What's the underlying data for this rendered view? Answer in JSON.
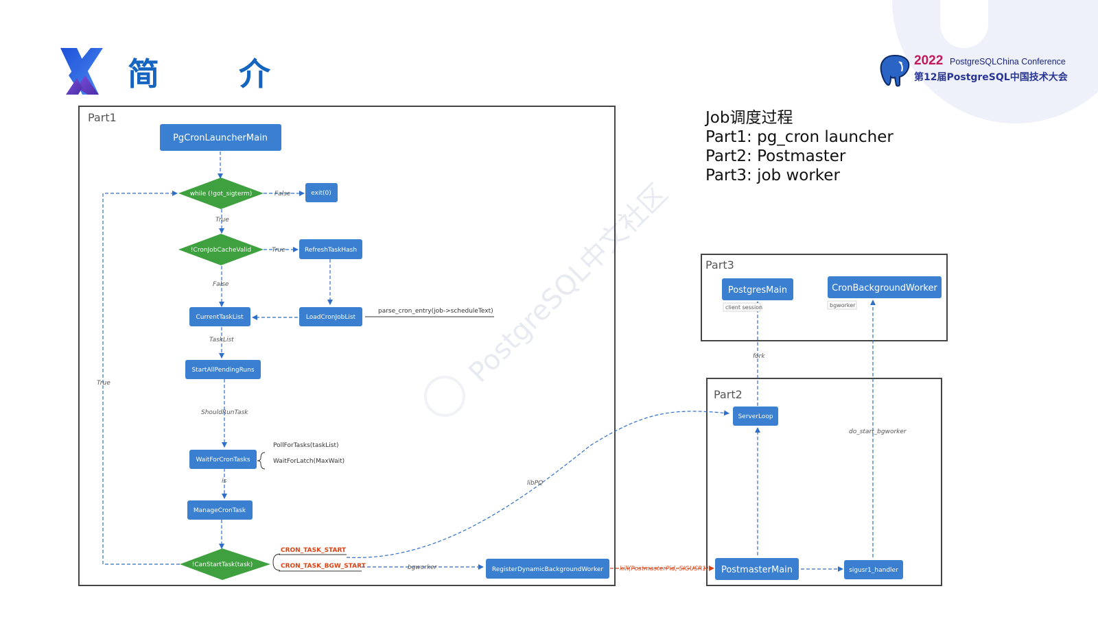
{
  "header": {
    "title_char1": "简",
    "title_char2": "介"
  },
  "conference": {
    "year": "2022",
    "name_en": "PostgreSQLChina Conference",
    "name_cn": "第12届PostgreSQL中国技术大会"
  },
  "description": {
    "lines": [
      "Job调度过程",
      "Part1: pg_cron launcher",
      "Part2: Postmaster",
      "Part3: job worker"
    ]
  },
  "watermark": "PostgreSQL中文社区",
  "diagram": {
    "panels": {
      "part1": "Part1",
      "part2": "Part2",
      "part3": "Part3"
    },
    "nodes": {
      "launcher_main": "PgCronLauncherMain",
      "while_sigterm": "while (!got_sigterm)",
      "exit": "exit(0)",
      "cache_valid": "!CronJobCacheValid",
      "refresh_hash": "RefreshTaskHash",
      "load_job_list": "LoadCronJobList",
      "current_task_list": "CurrentTaskList",
      "start_pending": "StartAllPendingRuns",
      "wait_tasks": "WaitForCronTasks",
      "manage_task": "ManageCronTask",
      "can_start": "!CanStartTask(task)",
      "register_bgw": "RegisterDynamicBackgroundWorker",
      "postmaster_main": "PostmasterMain",
      "sigusr1_handler": "sigusr1_handler",
      "server_loop": "ServerLoop",
      "postgres_main": "PostgresMain",
      "cron_bgworker": "CronBackgroundWorker"
    },
    "edge_labels": {
      "false1": "False",
      "true1": "True",
      "true2": "True",
      "false2": "False",
      "task_list": "TaskList",
      "should_run": "ShouldRunTask",
      "is": "is",
      "loop_true": "True",
      "bgworker": "bgworker",
      "kill": "kill(PostmasterPid, SIGUSR1)",
      "libpq": "libPQ",
      "fork": "fork",
      "do_start_bgworker": "do_start_bgworker"
    },
    "notes": {
      "parse_cron": "parse_cron_entry(job->scheduleText)",
      "poll_tasks": "PollForTasks(taskList)",
      "wait_latch": "WaitForLatch(MaxWait)",
      "cron_task_start": "CRON_TASK_START",
      "cron_task_bgw_start": "CRON_TASK_BGW_START",
      "client_session": "client session",
      "bgworker_tag": "bgworker"
    }
  },
  "colors": {
    "node_blue": "#3a7fd0",
    "diamond_green": "#3ea03e",
    "edge_blue": "#2f6fc7",
    "edge_red": "#d84315",
    "accent": "#1565c0"
  }
}
